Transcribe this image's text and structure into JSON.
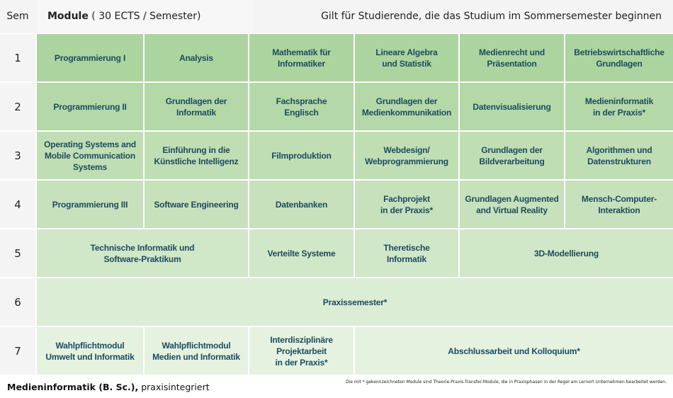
{
  "header": {
    "sem": "Sem",
    "module_bold": "Module",
    "module_rest": " ( 30 ECTS / Semester)",
    "note": "Gilt für Studierende, die das Studium im Sommersemester beginnen"
  },
  "colors": {
    "text": "#1d4b5e",
    "row_colors": [
      "#acd49f",
      "#b4d8a8",
      "#c0deb4",
      "#c6e1bb",
      "#d0e7c8",
      "#dbedd4",
      "#e5f2e0"
    ]
  },
  "rows": [
    {
      "sem": "1",
      "modules": [
        {
          "label": "Programmierung I",
          "span": 1
        },
        {
          "label": "Analysis",
          "span": 1
        },
        {
          "label": "Mathematik für\nInformatiker",
          "span": 1
        },
        {
          "label": "Lineare Algebra\nund Statistik",
          "span": 1
        },
        {
          "label": "Medienrecht und\nPräsentation",
          "span": 1
        },
        {
          "label": "Betriebswirtschaftliche\nGrundlagen",
          "span": 1
        }
      ]
    },
    {
      "sem": "2",
      "modules": [
        {
          "label": "Programmierung II",
          "span": 1
        },
        {
          "label": "Grundlagen der\nInformatik",
          "span": 1
        },
        {
          "label": "Fachsprache\nEnglisch",
          "span": 1
        },
        {
          "label": "Grundlagen der\nMedienkommunikation",
          "span": 1
        },
        {
          "label": "Datenvisualisierung",
          "span": 1
        },
        {
          "label": "Medieninformatik\nin der Praxis*",
          "span": 1
        }
      ]
    },
    {
      "sem": "3",
      "modules": [
        {
          "label": "Operating Systems and\nMobile Communication\nSystems",
          "span": 1
        },
        {
          "label": "Einführung in die\nKünstliche Intelligenz",
          "span": 1
        },
        {
          "label": "Filmproduktion",
          "span": 1
        },
        {
          "label": "Webdesign/\nWebprogrammierung",
          "span": 1
        },
        {
          "label": "Grundlagen der\nBildverarbeitung",
          "span": 1
        },
        {
          "label": "Algorithmen und\nDatenstrukturen",
          "span": 1
        }
      ]
    },
    {
      "sem": "4",
      "modules": [
        {
          "label": "Programmierung III",
          "span": 1
        },
        {
          "label": "Software Engineering",
          "span": 1
        },
        {
          "label": "Datenbanken",
          "span": 1
        },
        {
          "label": "Fachprojekt\nin der Praxis*",
          "span": 1
        },
        {
          "label": "Grundlagen Augmented\nand Virtual Reality",
          "span": 1
        },
        {
          "label": "Mensch-Computer-\nInteraktion",
          "span": 1
        }
      ]
    },
    {
      "sem": "5",
      "modules": [
        {
          "label": "Technische Informatik und\nSoftware-Praktikum",
          "span": 2
        },
        {
          "label": "Verteilte Systeme",
          "span": 1
        },
        {
          "label": "Theretische\nInformatik",
          "span": 1
        },
        {
          "label": "3D-Modellierung",
          "span": 2
        }
      ]
    },
    {
      "sem": "6",
      "modules": [
        {
          "label": "Praxissemester*",
          "span": 6
        }
      ]
    },
    {
      "sem": "7",
      "modules": [
        {
          "label": "Wahlpflichtmodul\nUmwelt und Informatik",
          "span": 1
        },
        {
          "label": "Wahlpflichtmodul\nMedien und Informatik",
          "span": 1
        },
        {
          "label": "Interdisziplinäre\nProjektarbeit\nin der Praxis*",
          "span": 1
        },
        {
          "label": "Abschlussarbeit und Kolloquium*",
          "span": 3
        }
      ]
    }
  ],
  "footer": {
    "title_bold": "Medieninformatik (B. Sc.),",
    "title_rest": " praxisintegriert",
    "footnote": "Die mit * gekennzeichneten Module sind Theorie-Praxis-Transfer-Module, die in Praxisphasen in der Regel am Lernort Unternehmen bearbeitet werden."
  }
}
